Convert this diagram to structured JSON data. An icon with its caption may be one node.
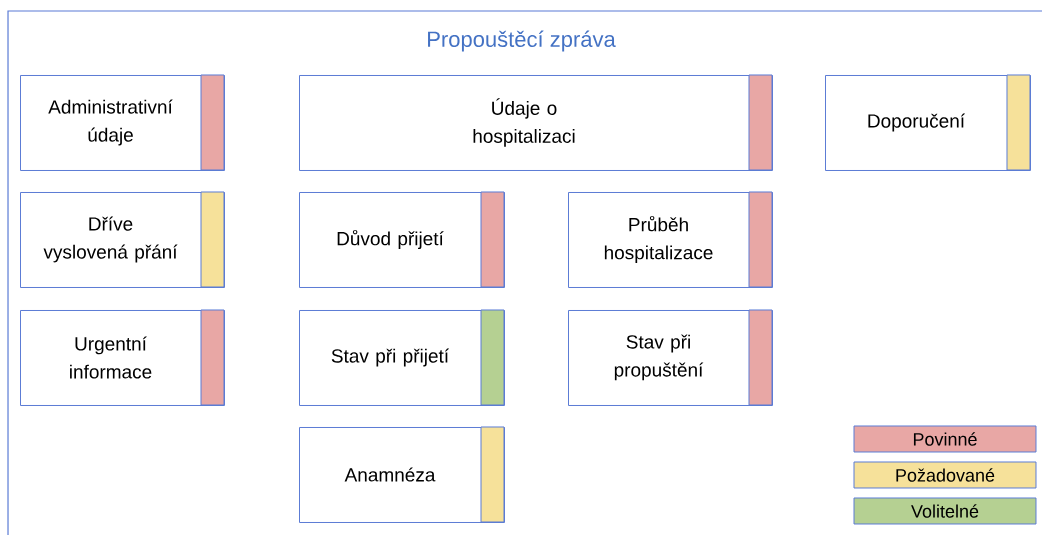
{
  "diagram": {
    "title": "Propouštěcí zpráva",
    "nodes": [
      {
        "text": [
          "Administrativní údaje"
        ]
      },
      {
        "text": [
          "Údaje o hospitalizaci"
        ]
      },
      {
        "text": [
          "Doporučení"
        ]
      },
      {
        "text": [
          "Dříve vyslovená přání"
        ]
      },
      {
        "text": [
          "Důvod přijetí"
        ]
      },
      {
        "text": [
          "Průběh hospitalizace"
        ]
      },
      {
        "text": [
          "Urgentní informace"
        ]
      },
      {
        "text": [
          "Stav při přijetí"
        ]
      },
      {
        "text": [
          "Stav při propuštění"
        ]
      },
      {
        "text": [
          "Anamnéza"
        ]
      }
    ],
    "legend": [
      {
        "text": "Povinné",
        "color": "#e8a7a5"
      },
      {
        "text": "Požadované",
        "color": "#f6e19a"
      },
      {
        "text": "Volitelné",
        "color": "#b5d092"
      }
    ]
  }
}
